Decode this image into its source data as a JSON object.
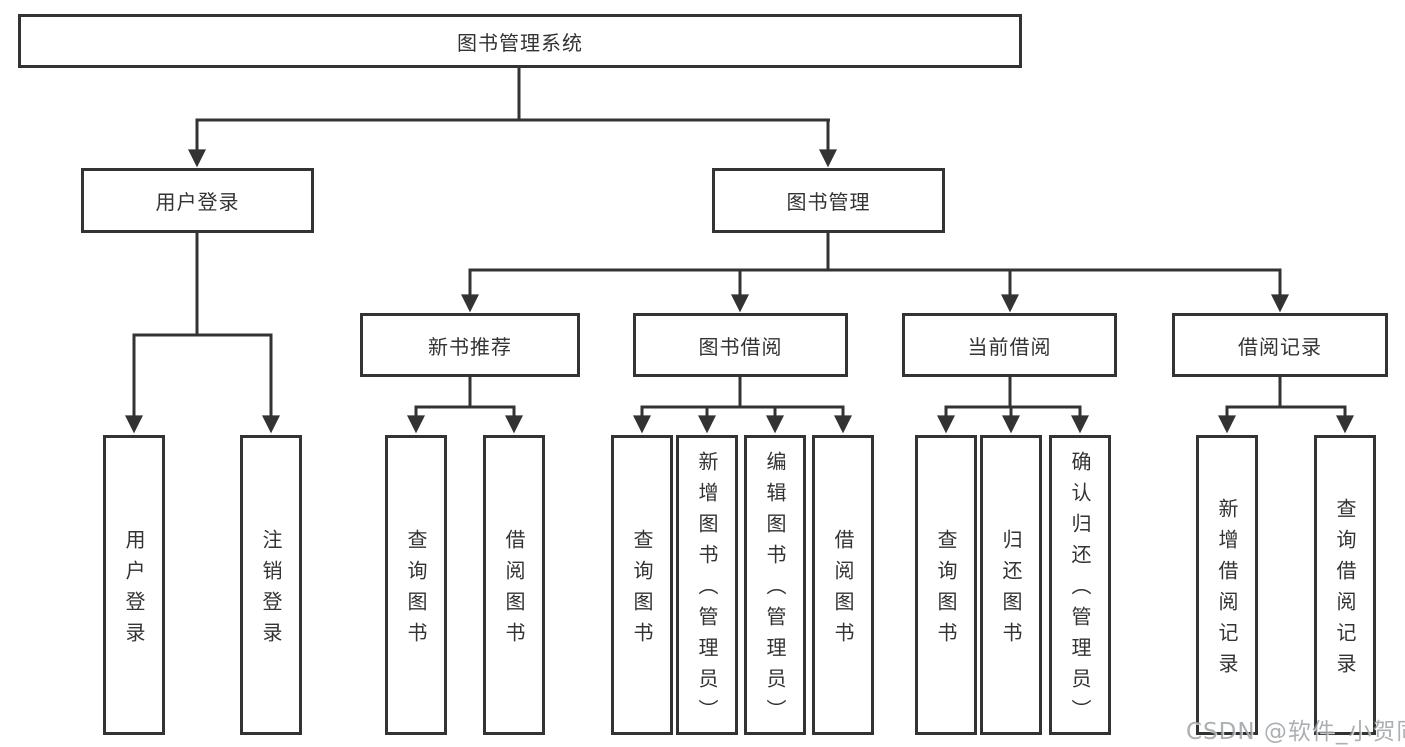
{
  "nodes": {
    "root": "图书管理系统",
    "user_login": "用户登录",
    "book_mgmt": "图书管理",
    "new_books": "新书推荐",
    "borrowing": "图书借阅",
    "current": "当前借阅",
    "records": "借阅记录"
  },
  "leaves": {
    "user_login": [
      "用户登录",
      "注销登录"
    ],
    "new_books": [
      "查询图书",
      "借阅图书"
    ],
    "borrowing": [
      "查询图书",
      "新增图书（管理员）",
      "编辑图书（管理员）",
      "借阅图书"
    ],
    "current": [
      "查询图书",
      "归还图书",
      "确认归还（管理员）"
    ],
    "records": [
      "新增借阅记录",
      "查询借阅记录"
    ]
  },
  "colors": {
    "line": "#333333",
    "box_border": "#333333",
    "text": "#333333",
    "background": "#ffffff",
    "watermark": "#8c9196"
  },
  "watermark": "CSDN @软件_小贺同学"
}
